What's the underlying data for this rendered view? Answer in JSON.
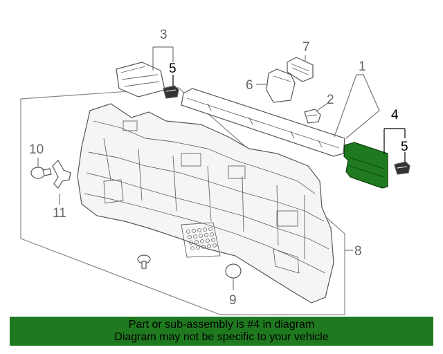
{
  "diagram": {
    "callouts": {
      "c1": "1",
      "c2": "2",
      "c3": "3",
      "c4": "4",
      "c5a": "5",
      "c5b": "5",
      "c6": "6",
      "c7": "7",
      "c8": "8",
      "c9": "9",
      "c10": "10",
      "c11": "11"
    },
    "highlighted_part": "4",
    "colors": {
      "highlight": "#1f7a1f",
      "line": "#555555",
      "callout_text": "#666666"
    }
  },
  "banner": {
    "line1": "Part or sub-assembly is #4 in diagram",
    "line2": "Diagram may not be specific to your vehicle"
  }
}
